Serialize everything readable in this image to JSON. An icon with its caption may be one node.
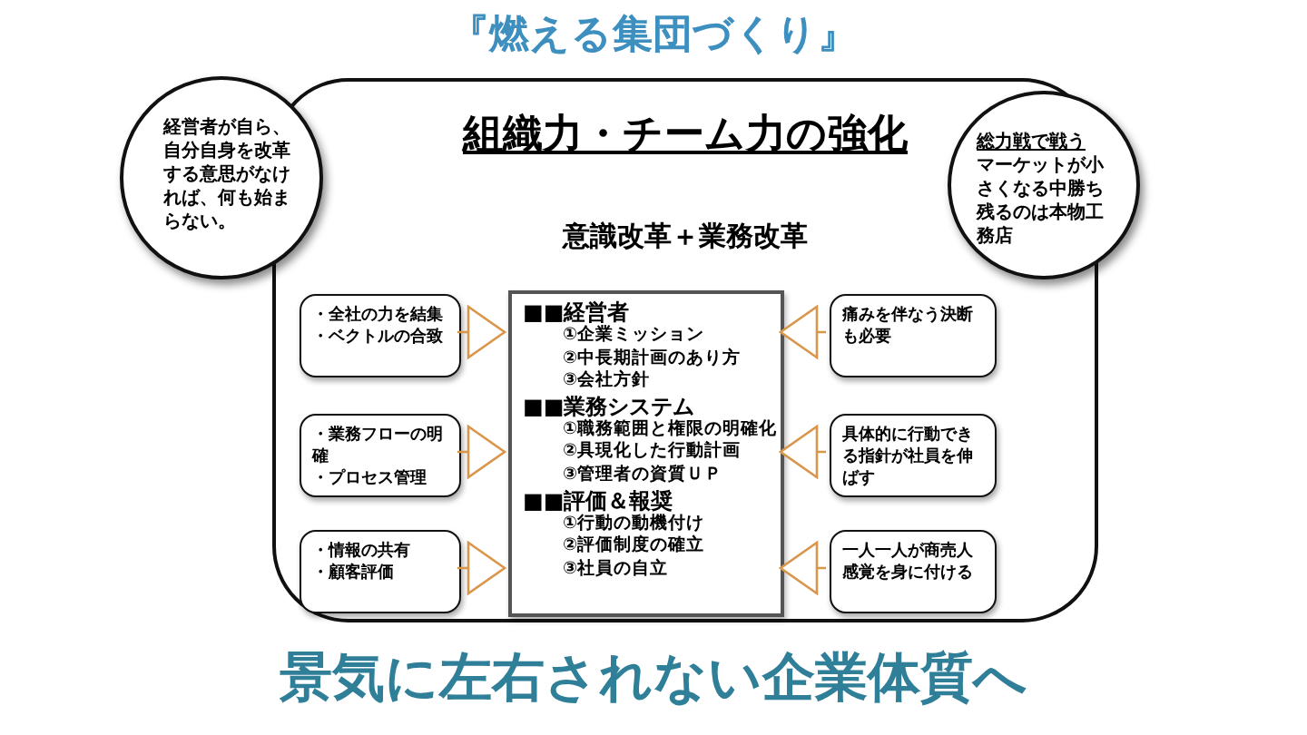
{
  "diagram": {
    "title": "『燃える集団づくり』",
    "caption": "景気に左右されない企業体質へ",
    "nodes": [
      {
        "text": [
          "組織力・チーム力の強化",
          "意識改革＋業務改革"
        ]
      },
      {
        "text": [
          "経営者が自ら、自分自身を改革する意思がなければ、何も始まらない。"
        ]
      },
      {
        "text": [
          "総力戦で戦う",
          "マーケットが小さくなる中勝ち残るのは本物工務店"
        ]
      },
      {
        "text": [
          "・全社の力を結集",
          "・ベクトルの合致"
        ],
        "in": 0
      },
      {
        "text": [
          "■■経営者",
          "①企業ミッション",
          "②中長期計画のあり方",
          "③会社方針",
          "■■業務システム",
          "①職務範囲と権限の明確化",
          "②具現化した行動計画",
          "③管理者の資質ＵＰ",
          "■■評価＆報奨",
          "①行動の動機付け",
          "②評価制度の確立",
          "③社員の自立"
        ],
        "in": 0
      },
      {
        "text": [
          "痛みを伴なう決断も必要"
        ],
        "in": 0
      },
      {
        "text": [
          "・業務フローの明確",
          "・プロセス管理"
        ],
        "in": 0
      },
      {
        "text": [
          "具体的に行動できる指針が社員を伸ばす"
        ],
        "in": 0
      },
      {
        "text": [
          "・情報の共有",
          "・顧客評価"
        ],
        "in": 0
      },
      {
        "text": [
          "一人一人が商売人感覚を身に付ける"
        ],
        "in": 0
      }
    ],
    "edges": [
      {
        "from": 3,
        "to": 4,
        "arrow": "to",
        "color": "#d9954a"
      },
      {
        "from": 5,
        "to": 4,
        "arrow": "to",
        "color": "#d9954a"
      },
      {
        "from": 6,
        "to": 4,
        "arrow": "to",
        "color": "#d9954a"
      },
      {
        "from": 7,
        "to": 4,
        "arrow": "to",
        "color": "#d9954a"
      },
      {
        "from": 8,
        "to": 4,
        "arrow": "to",
        "color": "#d9954a"
      },
      {
        "from": 9,
        "to": 4,
        "arrow": "to",
        "color": "#d9954a"
      }
    ]
  }
}
